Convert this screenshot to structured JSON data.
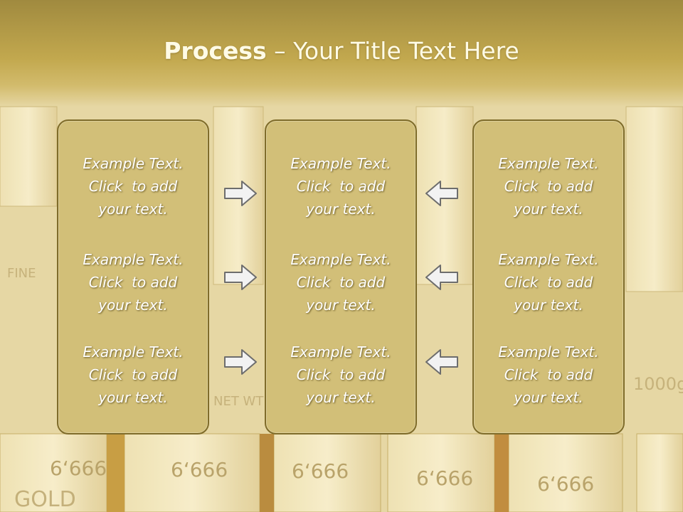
{
  "slide": {
    "title_bold": "Process",
    "title_rest": " – Your Title Text Here"
  },
  "columns": [
    {
      "items": [
        {
          "l1": "Example Text.",
          "l2": "Click  to add",
          "l3": "your text."
        },
        {
          "l1": "Example Text.",
          "l2": "Click  to add",
          "l3": "your text."
        },
        {
          "l1": "Example Text.",
          "l2": "Click  to add",
          "l3": "your text."
        }
      ]
    },
    {
      "items": [
        {
          "l1": "Example Text.",
          "l2": "Click  to add",
          "l3": "your text."
        },
        {
          "l1": "Example Text.",
          "l2": "Click  to add",
          "l3": "your text."
        },
        {
          "l1": "Example Text.",
          "l2": "Click  to add",
          "l3": "your text."
        }
      ]
    },
    {
      "items": [
        {
          "l1": "Example Text.",
          "l2": "Click  to add",
          "l3": "your text."
        },
        {
          "l1": "Example Text.",
          "l2": "Click  to add",
          "l3": "your text."
        },
        {
          "l1": "Example Text.",
          "l2": "Click  to add",
          "l3": "your text."
        }
      ]
    }
  ],
  "background": {
    "bar_texts": [
      "6‘666",
      "6‘666",
      "6‘666",
      "6‘666",
      "6‘666",
      "GOLD",
      "FINE",
      "NET WT",
      "1000g"
    ]
  },
  "colors": {
    "box_fill": "#d2bf78",
    "box_border": "#7f6c2a",
    "title_band": "#c2a84e",
    "arrow_fill": "#f2f2f2",
    "arrow_stroke": "#6d6d6d"
  },
  "icons": {
    "right_arrow": "right-arrow-icon",
    "left_arrow": "left-arrow-icon"
  }
}
